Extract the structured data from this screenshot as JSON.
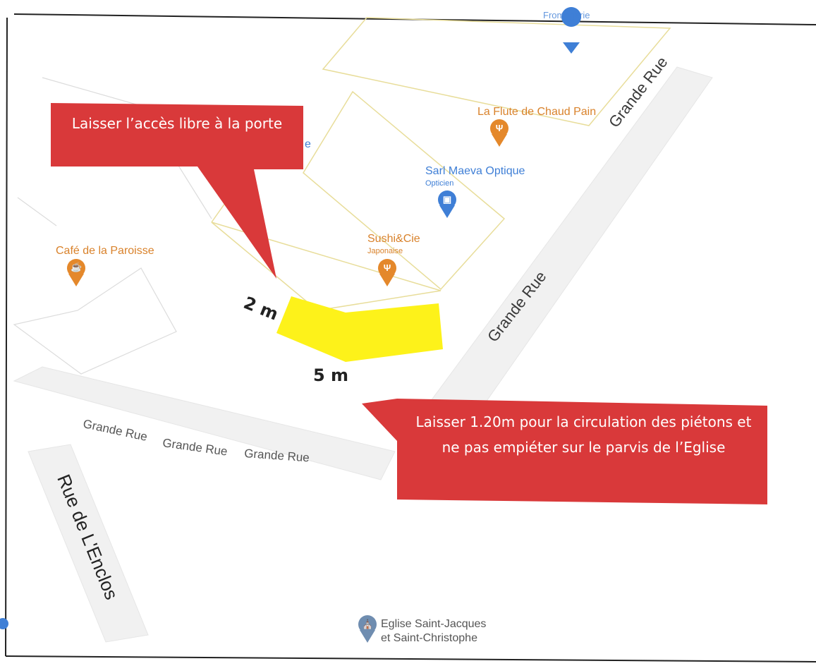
{
  "map": {
    "pois": {
      "top_pin_label": "Fromagerie",
      "flute": "La Flute de Chaud Pain",
      "optique": "Sarl Maeva Optique",
      "optique_sub": "Opticien",
      "sushi": "Sushi&Cie",
      "sushi_sub": "Japonaise",
      "cafe": "Café de la Paroisse",
      "eglise_line1": "Eglise Saint-Jacques",
      "eglise_line2": "et Saint-Christophe",
      "partial_label": "e"
    },
    "streets": {
      "grande_rue_ne": "Grande Rue",
      "grande_rue_mid": "Grande Rue",
      "grande_rue_1": "Grande Rue",
      "grande_rue_2": "Grande Rue",
      "grande_rue_3": "Grande Rue",
      "rue_enclos": "Rue de L'Enclos"
    },
    "callouts": {
      "door": "Laisser l’accès libre à la porte",
      "pedestrians": "Laisser 1.20m pour la circulation des piétons et ne pas empiéter sur le parvis de l’Eglise"
    },
    "dimensions": {
      "width": "2 m",
      "length": "5 m"
    },
    "colors": {
      "callout_red": "#d9393a",
      "zone_yellow": "#fdf21a",
      "poi_orange": "#d9822b",
      "poi_blue": "#3f7fd6",
      "building_outline": "#e8dd9a"
    }
  }
}
